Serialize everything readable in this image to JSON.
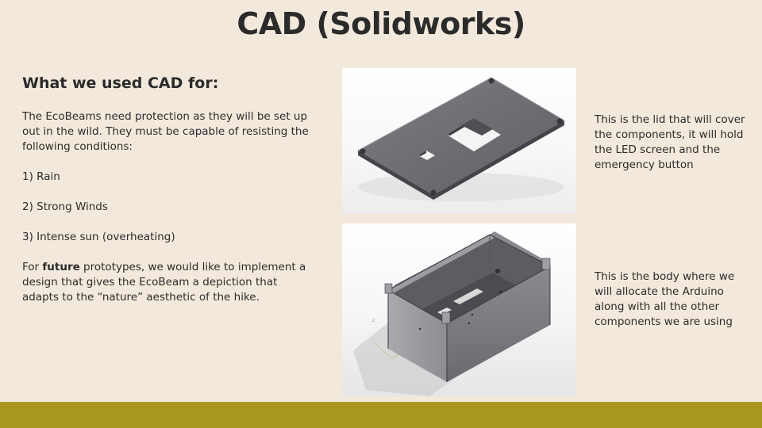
{
  "slide": {
    "title": "CAD (Solidworks)",
    "heading": "What we used CAD for:",
    "intro": "The EcoBeams need protection as they will be set up out in the wild. They must be capable of resisting the following conditions:",
    "conditions": [
      "1) Rain",
      "2) Strong Winds",
      "3) Intense sun (overheating)"
    ],
    "future_prefix": "For ",
    "future_bold": "future",
    "future_rest": " prototypes, we would like to implement a design that gives the EcoBeam a depiction that adapts to the “nature” aesthetic of the hike."
  },
  "images": {
    "lid_caption": "This is the lid that will cover the components, it will hold the LED screen and the emergency button",
    "body_caption": "This is the body where we will allocate the Arduino along with all the other components we are using"
  },
  "colors": {
    "background": "#f2e9dc",
    "footer": "#a8971e",
    "part_gray": "#6e6e74"
  },
  "icons": {
    "lid_render": "cad-lid-render",
    "body_render": "cad-enclosure-body-render"
  }
}
